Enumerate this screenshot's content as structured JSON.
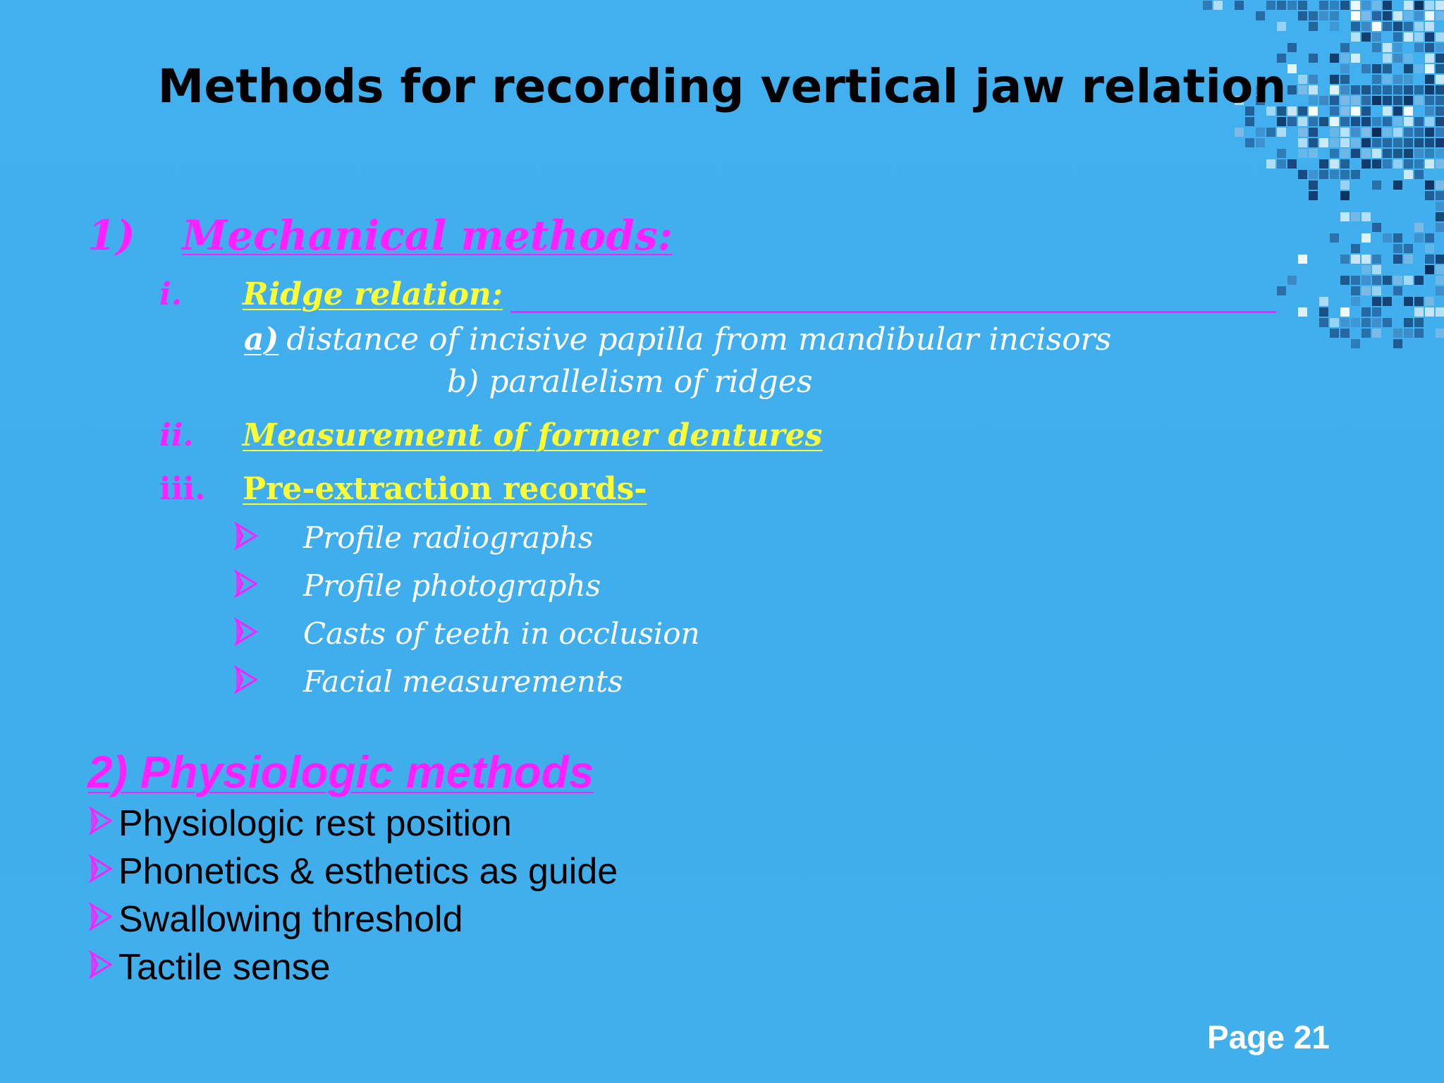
{
  "title": "Methods for recording vertical jaw relation",
  "section1": {
    "number": "1)",
    "heading": "Mechanical methods:",
    "items": [
      {
        "numeral": "i.",
        "label": "Ridge relation:"
      },
      {
        "numeral": "ii.",
        "label": "Measurement of former dentures"
      },
      {
        "numeral": "iii.",
        "label": "Pre-extraction records-"
      }
    ],
    "ridge_sub": {
      "a_label": "a)",
      "a_text": "distance of incisive papilla from mandibular incisors",
      "b_text": "b) parallelism of ridges"
    },
    "bullets": [
      "Profile radiographs",
      "Profile photographs",
      "Casts of teeth in occlusion",
      "Facial measurements"
    ]
  },
  "section2": {
    "heading": "2) Physiologic methods",
    "bullets": [
      "Physiologic rest position",
      "Phonetics & esthetics as guide",
      "Swallowing threshold",
      "Tactile sense"
    ]
  },
  "footer": {
    "page": "Page 21"
  },
  "colors": {
    "background": "#42b0ee",
    "heading_magenta": "#ff1fff",
    "subheading_yellow": "#ffff33",
    "body_white": "#ffffff",
    "title_black": "#000000"
  }
}
